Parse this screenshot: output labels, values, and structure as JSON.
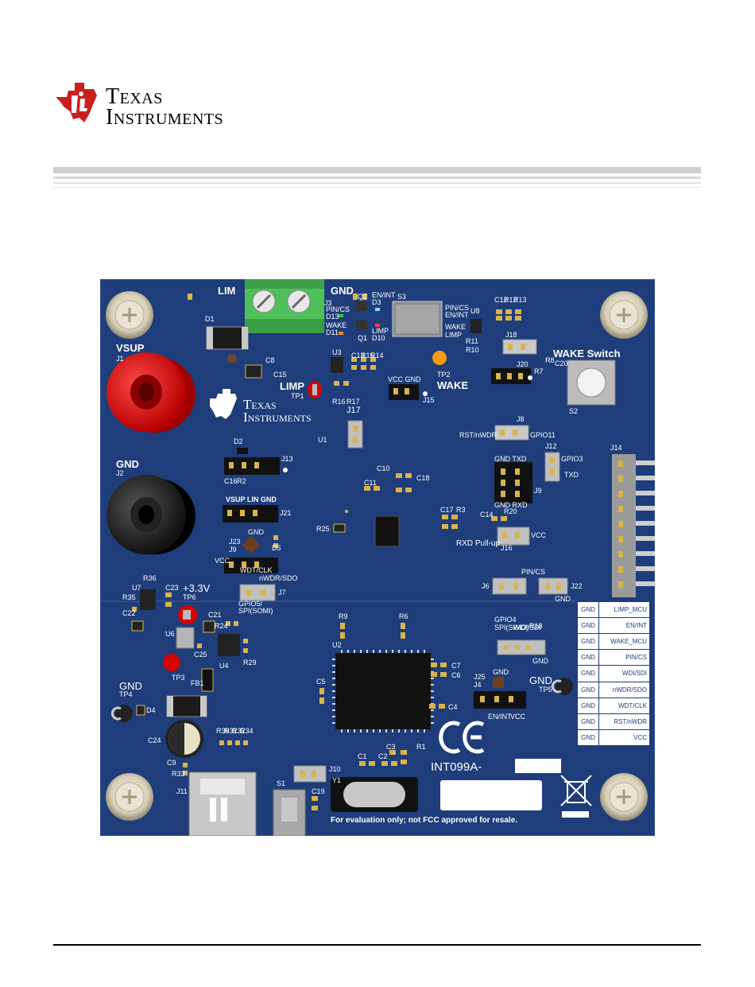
{
  "header": {
    "company_line1": "Texas",
    "company_line2": "Instruments"
  },
  "board": {
    "top_labels": {
      "lim": "LIM",
      "gnd_top": "GND",
      "vsup": "VSUP",
      "gnd_left": "GND",
      "limp": "LIMP",
      "wake": "WAKE",
      "wake_switch": "WAKE Switch",
      "v33": "+3.3V",
      "gnd_bottom_left": "GND",
      "gnd_right": "GND",
      "product": "INT099A-",
      "fcc_notice": "For evaluation only; not FCC approved for resale.",
      "ce": "CE",
      "silk_company_line1": "Texas",
      "silk_company_line2": "Instruments",
      "rxd_pullup": "RXD Pull-up",
      "j17": "J17"
    },
    "refdes": {
      "d1": "D1",
      "j1": "J1",
      "j2": "J2",
      "c8": "C8",
      "c15": "C15",
      "j3": "J3",
      "q2": "Q2",
      "q1": "Q1",
      "pin_cs": "PIN/CS",
      "d13": "D13",
      "wake_s": "WAKE",
      "d11": "D11",
      "en_int": "EN/INT",
      "d3": "D3",
      "limp_s": "LIMP",
      "d10": "D10",
      "s3": "S3",
      "pin_cs2": "PIN/CS",
      "en_int2": "EN/INT",
      "u8": "U8",
      "wake2": "WAKE",
      "limp2": "LIMP",
      "c12": "C12",
      "r12": "R12",
      "r13": "R13",
      "r11": "R11",
      "r10": "R10",
      "j18": "J18",
      "u3": "U3",
      "c13": "C13",
      "r15": "R15",
      "r14": "R14",
      "tp1": "TP1",
      "r16": "R16",
      "r17": "R17",
      "vcc_gnd": "VCC  GND",
      "j15": "J15",
      "tp2": "TP2",
      "j20": "J20",
      "r7": "R7",
      "r8": "R8",
      "c20": "C20",
      "s2": "S2",
      "u1": "U1",
      "j8": "J8",
      "rst_nwdr": "RST/nWDR",
      "gpio11": "GPIO11",
      "d2": "D2",
      "j13": "J13",
      "c16": "C16",
      "r2": "R2",
      "gnd_txd": "GND   TXD",
      "j12": "J12",
      "gpio3": "GPIO3",
      "txd": "TXD",
      "j9x": "J9",
      "c10": "C10",
      "c18": "C18",
      "c11": "C11",
      "j14": "J14",
      "vsup_lin_gnd": "VSUP  LIN  GND",
      "j21": "J21",
      "gnd_rxd": "GND   RXD",
      "c17": "C17",
      "r3": "R3",
      "c14": "C14",
      "r20": "R20",
      "r25": "R25",
      "gnd_s": "GND",
      "d5": "D5",
      "j23": "J23",
      "j9": "J9",
      "vcc": "VCC",
      "wdt_clk": "WDT/CLK",
      "j16": "J16",
      "vcc2": "VCC",
      "r36": "R36",
      "u7": "U7",
      "c23": "C23",
      "tp6": "TP6",
      "r35": "R35",
      "c22": "C22",
      "nwdr_sdo": "nWDR/SDO",
      "j7": "J7",
      "gpio5": "GPIO5/",
      "spi_somi": "SPI(SOMI)",
      "pin_cs3": "PIN/CS",
      "j6": "J6",
      "j22": "J22",
      "gnd3": "GND",
      "c21": "C21",
      "r24": "R24",
      "u6": "U6",
      "c25": "C25",
      "u4": "U4",
      "r29": "R29",
      "tp3": "TP3",
      "fb1": "FB1",
      "r9": "R9",
      "r6": "R6",
      "u2": "U2",
      "c7": "C7",
      "c6": "C6",
      "c5": "C5",
      "c4": "C4",
      "gpio4": "GPIO4",
      "spi_simo": "SPI(SIMO)",
      "wdi_sdi": "WDI/SDI",
      "r18": "R18",
      "gnd4": "GND",
      "j25": "J25",
      "j4": "J4",
      "gnd5": "GND",
      "en_int3": "EN/INT",
      "vcc3": "VCC",
      "tp4": "TP4",
      "d4": "D4",
      "tp5": "TP5",
      "c24": "C24",
      "c9": "C9",
      "r30": "R30",
      "r31": "R31",
      "r32": "R32",
      "r34": "R34",
      "r33": "R33",
      "j11": "J11",
      "s1": "S1",
      "c19": "C19",
      "j10": "J10",
      "y1": "Y1",
      "c1": "C1",
      "c2": "C2",
      "c3": "C3",
      "r1": "R1"
    },
    "pin_table": [
      {
        "left": "GND",
        "right": "LIMP_MCU"
      },
      {
        "left": "GND",
        "right": "EN/INT"
      },
      {
        "left": "GND",
        "right": "WAKE_MCU"
      },
      {
        "left": "GND",
        "right": "PIN/CS"
      },
      {
        "left": "GND",
        "right": "WDI/SDI"
      },
      {
        "left": "GND",
        "right": "nWDR/SDO"
      },
      {
        "left": "GND",
        "right": "WDT/CLK"
      },
      {
        "left": "GND",
        "right": "RST/nWDR"
      },
      {
        "left": "GND",
        "right": "VCC"
      }
    ]
  }
}
